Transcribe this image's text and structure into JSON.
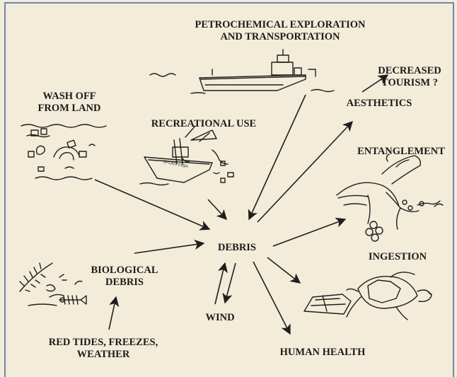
{
  "diagram": {
    "center": "DEBRIS",
    "sources": {
      "petrochemical": [
        "PETROCHEMICAL EXPLORATION",
        "AND TRANSPORTATION"
      ],
      "wash_off": [
        "WASH OFF",
        "FROM LAND"
      ],
      "recreational": "RECREATIONAL USE",
      "biological": [
        "BIOLOGICAL",
        "DEBRIS"
      ],
      "red_tides": [
        "RED TIDES, FREEZES,",
        "WEATHER"
      ],
      "wind": "WIND"
    },
    "effects": {
      "aesthetics": "AESTHETICS",
      "decreased_tourism": [
        "DECREASED",
        "TOURISM ?"
      ],
      "entanglement": "ENTANGLEMENT",
      "ingestion": "INGESTION",
      "human_health": "HUMAN HEALTH"
    },
    "boat_label": "SPORT FISH"
  },
  "colors": {
    "background": "#f3ecd9",
    "frame": "#6e86ad",
    "ink": "#1b1b1b"
  }
}
